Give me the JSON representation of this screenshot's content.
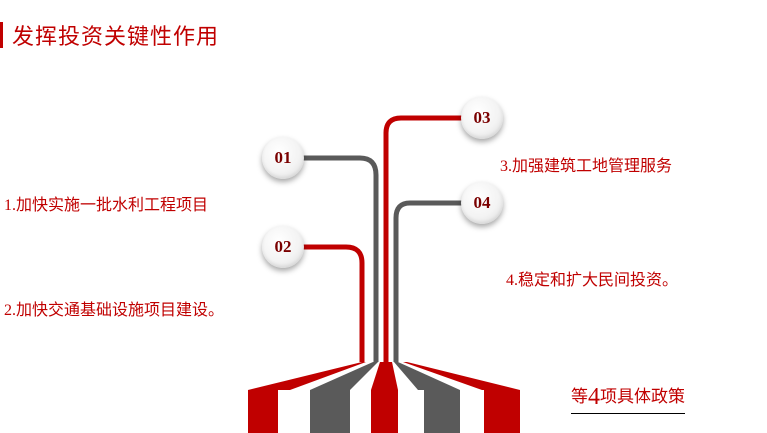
{
  "title": "发挥投资关键性作用",
  "items": [
    {
      "number": "01",
      "label": "1.加快实施一批水利工程项目",
      "color": "#5a5a5a"
    },
    {
      "number": "02",
      "label": "2.加快交通基础设施项目建设。",
      "color": "#c00000"
    },
    {
      "number": "03",
      "label": "3.加强建筑工地管理服务",
      "color": "#c00000"
    },
    {
      "number": "04",
      "label": "4.稳定和扩大民间投资。",
      "color": "#5a5a5a"
    }
  ],
  "summary": {
    "prefix": "等",
    "number": "4",
    "suffix": "项具体政策"
  },
  "colors": {
    "accent": "#c00000",
    "gray": "#5a5a5a",
    "badge_text": "#7a0000"
  }
}
